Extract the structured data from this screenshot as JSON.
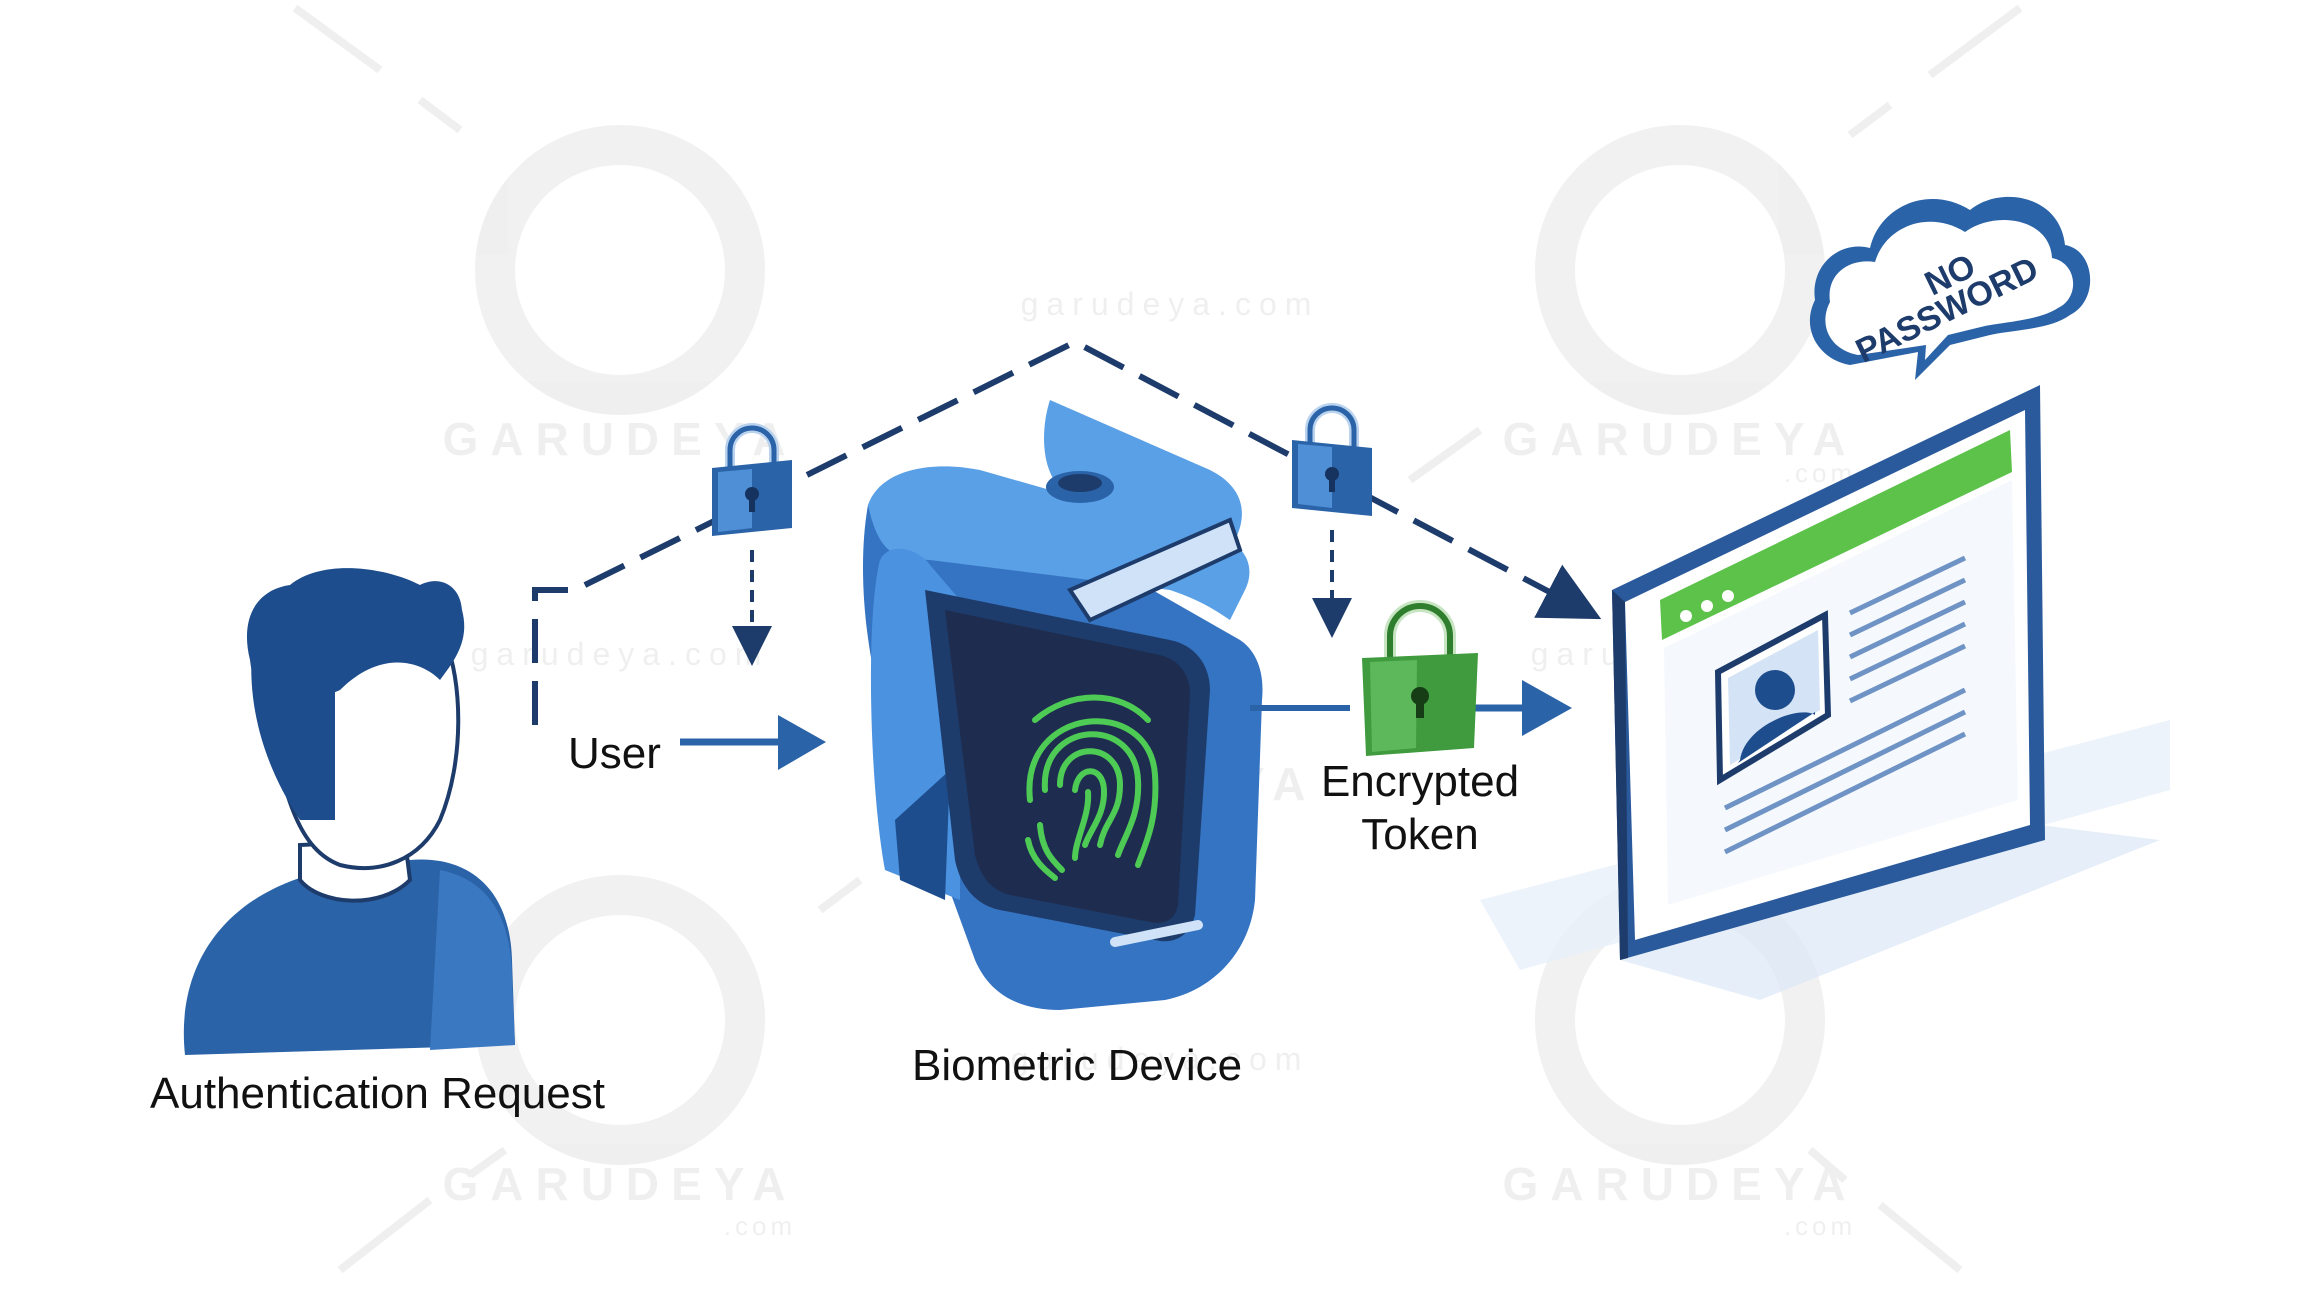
{
  "labels": {
    "user": "User",
    "authentication_request": "Authentication Request",
    "biometric_device": "Biometric Device",
    "encrypted_token_line1": "Encrypted",
    "encrypted_token_line2": "Token"
  },
  "cloud_text": {
    "line1": "NO",
    "line2": "PASSWORD"
  },
  "watermark": {
    "brand": "GARUDEYA",
    "domain": "garudeya.com",
    "suffix": ".com"
  },
  "colors": {
    "primary_blue": "#2a63a8",
    "dark_navy": "#1d3c6b",
    "light_blue": "#5aa0e6",
    "green_lock": "#3f9b3d",
    "green_bar": "#5cc24a",
    "fingerprint": "#4ecb55",
    "screen_dark": "#1e2d4f"
  }
}
